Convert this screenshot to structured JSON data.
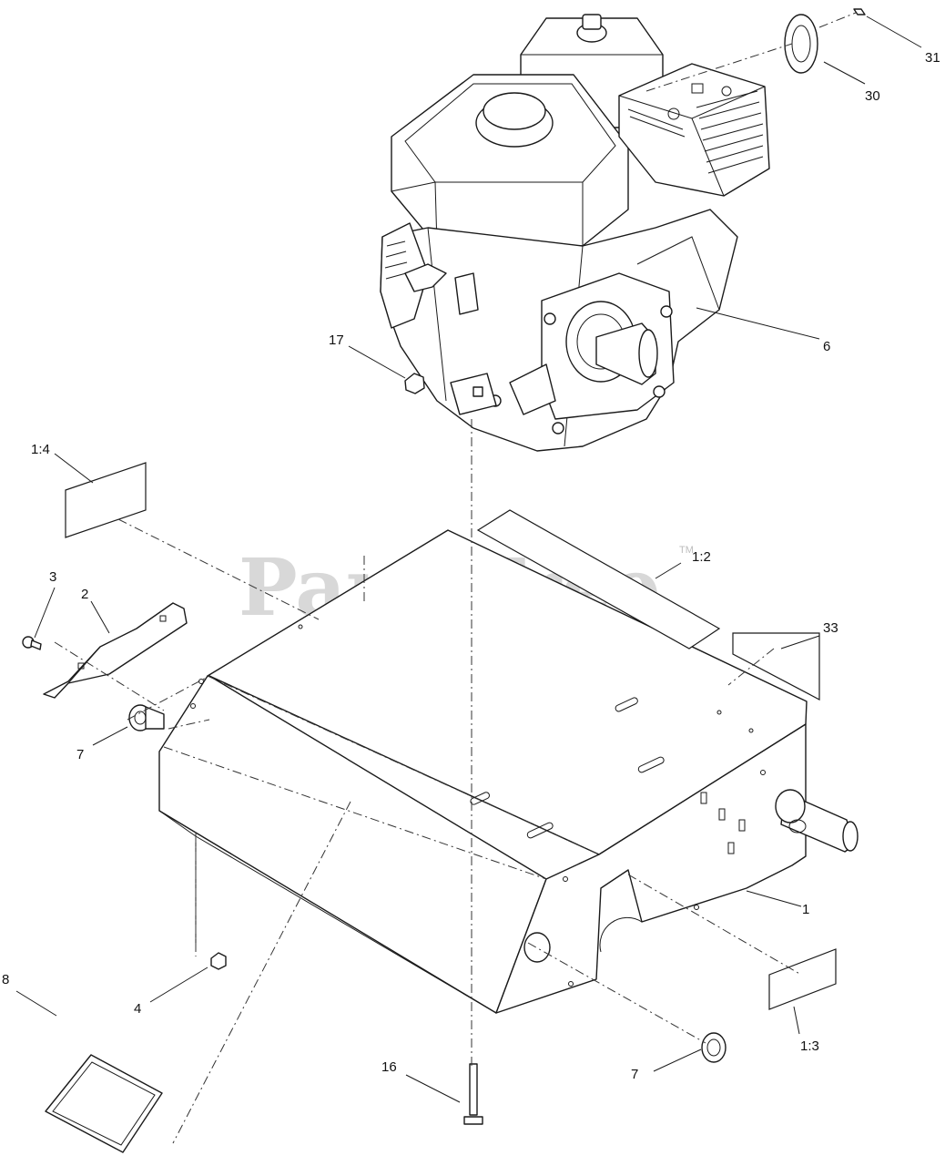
{
  "watermark": {
    "text": "PartsTree",
    "mark": "TM"
  },
  "callouts": {
    "c31": "31",
    "c30": "30",
    "c6": "6",
    "c17": "17",
    "c1_4": "1:4",
    "c1_2": "1:2",
    "c33": "33",
    "c3": "3",
    "c2": "2",
    "c7_left": "7",
    "c1": "1",
    "c4": "4",
    "c1_3": "1:3",
    "c8": "8",
    "c16": "16",
    "c7_bottom": "7"
  },
  "colors": {
    "line": "#1a1a1a",
    "watermark": "#cfcfcf",
    "background": "#ffffff"
  }
}
